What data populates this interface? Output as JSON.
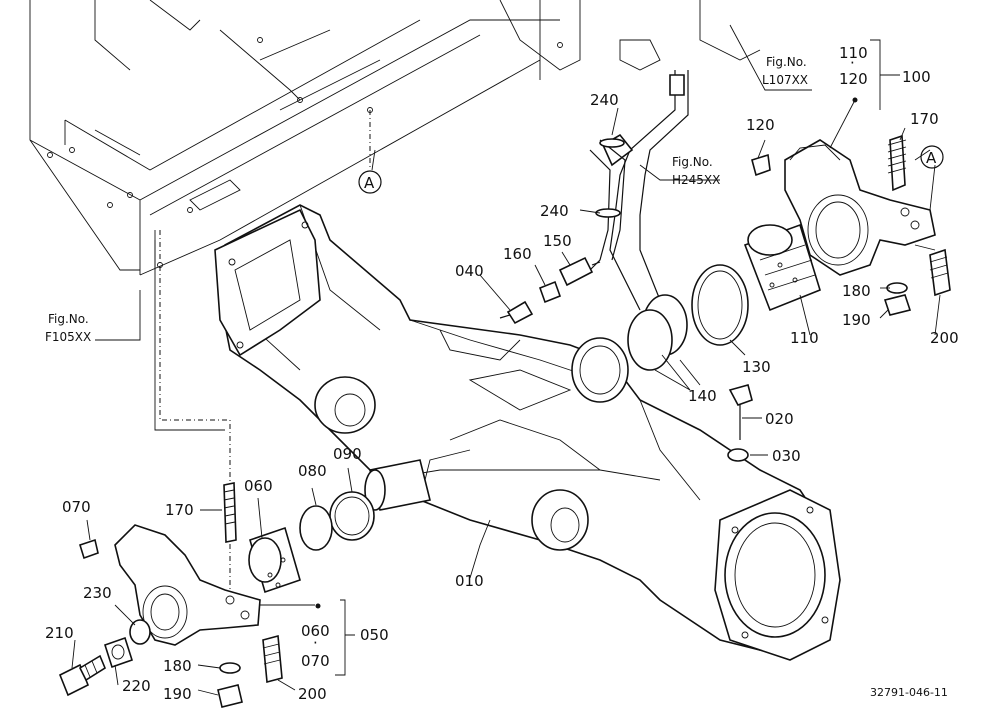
{
  "part_labels": [
    {
      "key": "p240a",
      "text": "240"
    },
    {
      "key": "p240b",
      "text": "240"
    },
    {
      "key": "p150",
      "text": "150"
    },
    {
      "key": "p160",
      "text": "160"
    },
    {
      "key": "p040",
      "text": "040"
    },
    {
      "key": "p120",
      "text": "120"
    },
    {
      "key": "p110a",
      "text": "110"
    },
    {
      "key": "p120b",
      "text": "120"
    },
    {
      "key": "p100",
      "text": "100"
    },
    {
      "key": "p170a",
      "text": "170"
    },
    {
      "key": "p180a",
      "text": "180"
    },
    {
      "key": "p190a",
      "text": "190"
    },
    {
      "key": "p200a",
      "text": "200"
    },
    {
      "key": "p110b",
      "text": "110"
    },
    {
      "key": "p130",
      "text": "130"
    },
    {
      "key": "p140",
      "text": "140"
    },
    {
      "key": "p020",
      "text": "020"
    },
    {
      "key": "p030",
      "text": "030"
    },
    {
      "key": "p090",
      "text": "090"
    },
    {
      "key": "p080",
      "text": "080"
    },
    {
      "key": "p060a",
      "text": "060"
    },
    {
      "key": "p170b",
      "text": "170"
    },
    {
      "key": "p070a",
      "text": "070"
    },
    {
      "key": "p010",
      "text": "010"
    },
    {
      "key": "p230",
      "text": "230"
    },
    {
      "key": "p210",
      "text": "210"
    },
    {
      "key": "p220",
      "text": "220"
    },
    {
      "key": "p180b",
      "text": "180"
    },
    {
      "key": "p190b",
      "text": "190"
    },
    {
      "key": "p200b",
      "text": "200"
    },
    {
      "key": "p060b",
      "text": "060"
    },
    {
      "key": "p070b",
      "text": "070"
    },
    {
      "key": "p050",
      "text": "050"
    }
  ],
  "references": {
    "fig_l107": {
      "line1": "Fig.No.",
      "line2": "L107XX"
    },
    "fig_h245": {
      "line1": "Fig.No.",
      "line2": "H245XX"
    },
    "fig_f105": {
      "line1": "Fig.No.",
      "line2": "F105XX"
    }
  },
  "callouts": {
    "a_upper": "A",
    "a_right": "A"
  },
  "drawing_number": "32791-046-11",
  "range_dot": "·"
}
